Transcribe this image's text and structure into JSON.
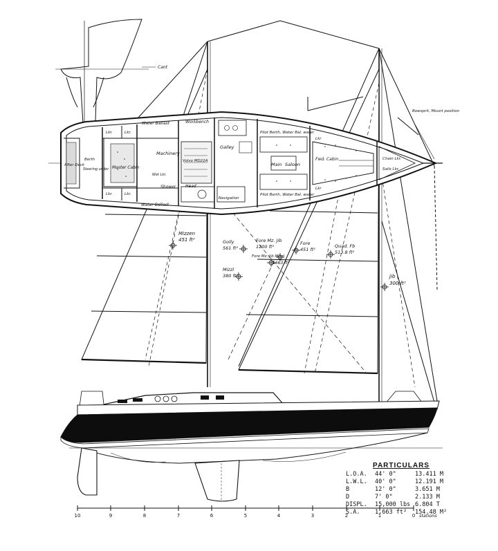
{
  "plan_labels": {
    "water_ballast_top": "Water Ballast",
    "workbench": "Workbench",
    "lkr": "Lkr.",
    "lkr_alt": "Lkr",
    "galley": "Galley",
    "pilot_berth_water_bal_upper": "Pilot Berth, Water Bal. water",
    "pilot_berth_water_bal_lower": "Pilot Berth, Water Bal. water",
    "fwd_cabin": "Fwd. Cabin",
    "main_saloon_1": "Main",
    "main_saloon_2": "Saloon",
    "chain_lkr": "Chain Lkr.",
    "sails_lkr": "Sails Lkr.",
    "after_deck": "After Deck",
    "berth": "Berth",
    "steering_under": "Steering under",
    "master_cabin": "Master Cabin",
    "machinery": "Machinery",
    "volvo": "Volvo MD22A",
    "wet_lkr": "Wet Lkr.",
    "shower": "Shower",
    "head": "Head",
    "water_ballast_bottom": "Water Ballast",
    "navigation": "Navigation",
    "bowsprit_note": "Bowsprit, Mount position",
    "cant": "Cant"
  },
  "sail_labels": [
    {
      "name": "Mizzen",
      "area": "451 ft²"
    },
    {
      "name": "Golly",
      "area": "561 ft²"
    },
    {
      "name": "Fore Mz. Jib",
      "area": "1200 ft²"
    },
    {
      "name": "Fore",
      "area": "451 ft²"
    },
    {
      "name": "Quad. Fb",
      "area": "513.8 ft²"
    },
    {
      "name": "Mizzl",
      "area": "380 ft²"
    },
    {
      "name": "Fore Mz. Jib Mizzl",
      "area": "1663 ft²"
    },
    {
      "name": "Jib",
      "area": "300 ft²"
    }
  ],
  "particulars": {
    "title": "PARTICULARS",
    "rows": [
      {
        "label": "L.O.A.",
        "imperial": "44' 0\"",
        "metric": "13.411 M"
      },
      {
        "label": "L.W.L.",
        "imperial": "40' 0\"",
        "metric": "12.191 M"
      },
      {
        "label": "B",
        "imperial": "12' 0\"",
        "metric": "3.651 M"
      },
      {
        "label": "D",
        "imperial": "7' 0\"",
        "metric": "2.133 M"
      },
      {
        "label": "DISPL.",
        "imperial": "15,000 lbs",
        "metric": "6.804 T"
      },
      {
        "label": "S.A.",
        "imperial": "1,663 ft²",
        "metric": "154.48 M²"
      }
    ]
  },
  "stations": {
    "ticks": [
      "10",
      "9",
      "8",
      "7",
      "6",
      "5",
      "4",
      "3",
      "2",
      "1",
      "0"
    ],
    "caption": "stations"
  }
}
